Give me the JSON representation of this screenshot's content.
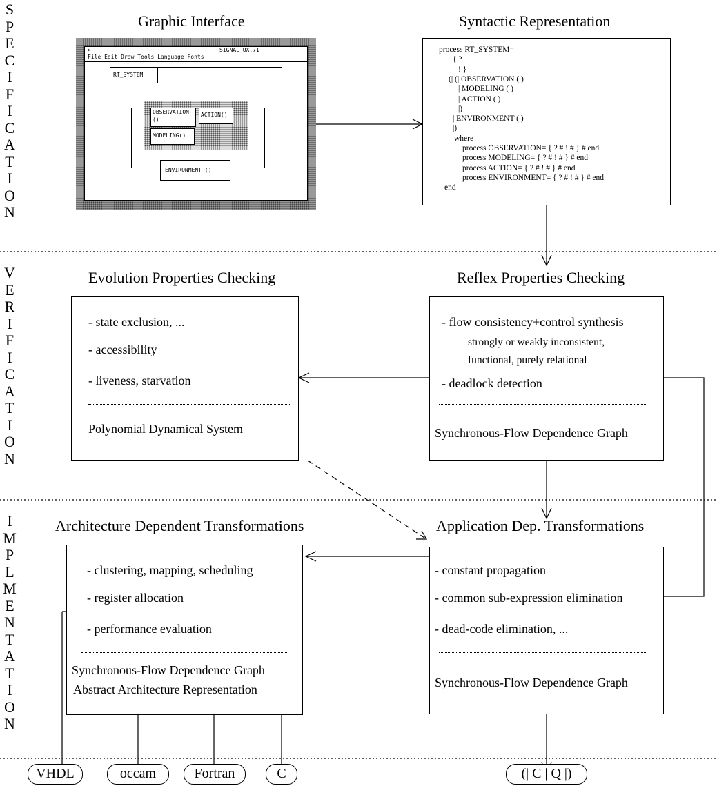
{
  "sections": {
    "specification": "SPECIFICATION",
    "verification": "VERIFICATION",
    "implementation": "IMPLMENTATION"
  },
  "graphic_interface": {
    "title": "Graphic Interface",
    "window_title": "SIGNAL UX.71",
    "menu": "File Edit Draw Tools   Language Fonts",
    "system": "RT_SYSTEM",
    "observation": "OBSERVATION",
    "observation_port": "()",
    "action": "ACTION()",
    "modeling": "MODELING()",
    "environment": "ENVIRONMENT ()"
  },
  "syntactic": {
    "title": "Syntactic Representation",
    "lines": [
      "process RT_SYSTEM=",
      "{ ?",
      "! }",
      "(| (| OBSERVATION ( )",
      "| MODELING ( )",
      "| ACTION ( )",
      "|)",
      "| ENVIRONMENT ( )",
      "|)",
      "where",
      "process OBSERVATION= { ? #  ! # }  # end",
      "process MODELING= { ? # ! # }  # end",
      "process ACTION= { ? # ! # }  # end",
      "process ENVIRONMENT= { ? # ! # }  # end",
      "end"
    ]
  },
  "evolution": {
    "title": "Evolution Properties Checking",
    "items": [
      "- state exclusion, ...",
      "- accessibility",
      "- liveness, starvation"
    ],
    "footer": "Polynomial Dynamical System"
  },
  "reflex": {
    "title": "Reflex Properties Checking",
    "item1": "- flow consistency+control synthesis",
    "sub1": "strongly or weakly inconsistent,",
    "sub2": "functional, purely relational",
    "item2": "- deadlock detection",
    "footer": "Synchronous-Flow Dependence Graph"
  },
  "architecture": {
    "title": "Architecture Dependent Transformations",
    "items": [
      "- clustering, mapping, scheduling",
      "- register allocation",
      "- performance evaluation"
    ],
    "footer1": "Synchronous-Flow Dependence Graph",
    "footer2": "Abstract Architecture Representation"
  },
  "application": {
    "title": "Application Dep. Transformations",
    "items": [
      "- constant propagation",
      "- common sub-expression elimination",
      "- dead-code elimination, ..."
    ],
    "footer": "Synchronous-Flow Dependence Graph"
  },
  "outputs": {
    "targets": [
      "VHDL",
      "occam",
      "Fortran",
      "C"
    ],
    "cq": "(| C | Q |)"
  }
}
